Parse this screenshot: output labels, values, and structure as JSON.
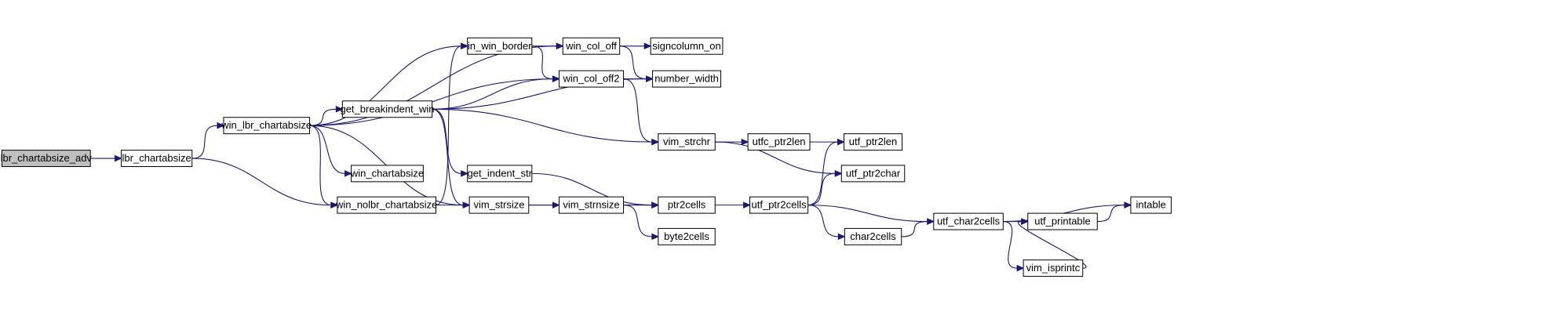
{
  "graph": {
    "colors": {
      "node_fill": "#ffffff",
      "root_fill": "#bfbfbf",
      "node_border": "#000000",
      "edge": "#191970"
    },
    "nodes": [
      {
        "id": "lbr_chartabsize_adv",
        "label": "lbr_chartabsize_adv",
        "root": true
      },
      {
        "id": "lbr_chartabsize",
        "label": "lbr_chartabsize"
      },
      {
        "id": "win_lbr_chartabsize",
        "label": "win_lbr_chartabsize"
      },
      {
        "id": "in_win_border",
        "label": "in_win_border"
      },
      {
        "id": "get_breakindent_win",
        "label": "get_breakindent_win"
      },
      {
        "id": "win_chartabsize",
        "label": "win_chartabsize"
      },
      {
        "id": "win_nolbr_chartabsize",
        "label": "win_nolbr_chartabsize"
      },
      {
        "id": "win_col_off",
        "label": "win_col_off"
      },
      {
        "id": "win_col_off2",
        "label": "win_col_off2"
      },
      {
        "id": "get_indent_str",
        "label": "get_indent_str"
      },
      {
        "id": "vim_strsize",
        "label": "vim_strsize"
      },
      {
        "id": "signcolumn_on",
        "label": "signcolumn_on"
      },
      {
        "id": "number_width",
        "label": "number_width"
      },
      {
        "id": "vim_strchr",
        "label": "vim_strchr"
      },
      {
        "id": "vim_strnsize",
        "label": "vim_strnsize"
      },
      {
        "id": "ptr2cells",
        "label": "ptr2cells"
      },
      {
        "id": "byte2cells",
        "label": "byte2cells"
      },
      {
        "id": "utfc_ptr2len",
        "label": "utfc_ptr2len"
      },
      {
        "id": "utf_ptr2cells",
        "label": "utf_ptr2cells"
      },
      {
        "id": "utf_ptr2len",
        "label": "utf_ptr2len"
      },
      {
        "id": "utf_ptr2char",
        "label": "utf_ptr2char"
      },
      {
        "id": "char2cells",
        "label": "char2cells"
      },
      {
        "id": "utf_char2cells",
        "label": "utf_char2cells"
      },
      {
        "id": "vim_isprintc",
        "label": "vim_isprintc"
      },
      {
        "id": "utf_printable",
        "label": "utf_printable"
      },
      {
        "id": "intable",
        "label": "intable"
      }
    ],
    "edges": [
      {
        "from": "lbr_chartabsize_adv",
        "to": "lbr_chartabsize"
      },
      {
        "from": "lbr_chartabsize",
        "to": "win_lbr_chartabsize"
      },
      {
        "from": "lbr_chartabsize",
        "to": "win_nolbr_chartabsize"
      },
      {
        "from": "win_lbr_chartabsize",
        "to": "in_win_border"
      },
      {
        "from": "win_lbr_chartabsize",
        "to": "get_breakindent_win"
      },
      {
        "from": "win_lbr_chartabsize",
        "to": "win_col_off"
      },
      {
        "from": "win_lbr_chartabsize",
        "to": "win_col_off2"
      },
      {
        "from": "win_lbr_chartabsize",
        "to": "win_chartabsize"
      },
      {
        "from": "win_lbr_chartabsize",
        "to": "win_nolbr_chartabsize"
      },
      {
        "from": "win_lbr_chartabsize",
        "to": "vim_strsize"
      },
      {
        "from": "in_win_border",
        "to": "win_col_off"
      },
      {
        "from": "in_win_border",
        "to": "win_col_off2"
      },
      {
        "from": "get_breakindent_win",
        "to": "win_col_off2"
      },
      {
        "from": "get_breakindent_win",
        "to": "number_width"
      },
      {
        "from": "get_breakindent_win",
        "to": "vim_strchr"
      },
      {
        "from": "get_breakindent_win",
        "to": "get_indent_str"
      },
      {
        "from": "get_breakindent_win",
        "to": "vim_strsize"
      },
      {
        "from": "win_nolbr_chartabsize",
        "to": "in_win_border"
      },
      {
        "from": "win_nolbr_chartabsize",
        "to": "ptr2cells"
      },
      {
        "from": "win_col_off",
        "to": "signcolumn_on"
      },
      {
        "from": "win_col_off",
        "to": "number_width"
      },
      {
        "from": "win_col_off2",
        "to": "number_width"
      },
      {
        "from": "win_col_off2",
        "to": "vim_strchr"
      },
      {
        "from": "get_indent_str",
        "to": "ptr2cells"
      },
      {
        "from": "vim_strsize",
        "to": "vim_strnsize"
      },
      {
        "from": "vim_strnsize",
        "to": "ptr2cells"
      },
      {
        "from": "vim_strnsize",
        "to": "byte2cells"
      },
      {
        "from": "vim_strchr",
        "to": "utfc_ptr2len"
      },
      {
        "from": "vim_strchr",
        "to": "utf_ptr2char"
      },
      {
        "from": "utfc_ptr2len",
        "to": "utf_ptr2len"
      },
      {
        "from": "ptr2cells",
        "to": "utf_ptr2cells"
      },
      {
        "from": "utf_ptr2cells",
        "to": "utf_ptr2len"
      },
      {
        "from": "utf_ptr2cells",
        "to": "utf_ptr2char"
      },
      {
        "from": "utf_ptr2cells",
        "to": "utf_char2cells"
      },
      {
        "from": "utf_ptr2cells",
        "to": "char2cells"
      },
      {
        "from": "char2cells",
        "to": "utf_char2cells"
      },
      {
        "from": "utf_char2cells",
        "to": "intable"
      },
      {
        "from": "utf_char2cells",
        "to": "utf_printable"
      },
      {
        "from": "utf_char2cells",
        "to": "vim_isprintc"
      },
      {
        "from": "vim_isprintc",
        "to": "utf_printable"
      },
      {
        "from": "utf_printable",
        "to": "intable"
      }
    ]
  }
}
